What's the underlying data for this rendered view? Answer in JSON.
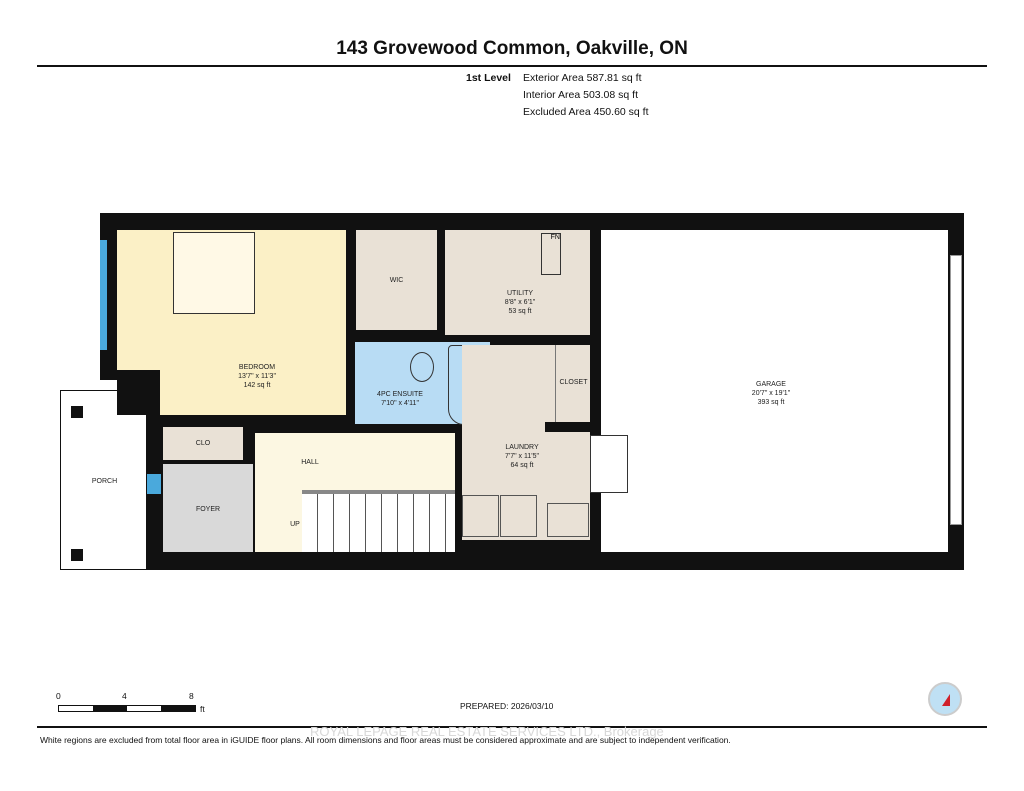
{
  "title": "143 Grovewood Common, Oakville, ON",
  "level": {
    "name": "1st Level",
    "exterior": "Exterior Area 587.81 sq ft",
    "interior": "Interior Area 503.08 sq ft",
    "excluded": "Excluded Area 450.60 sq ft"
  },
  "rooms": {
    "bedroom": {
      "name": "BEDROOM",
      "dims": "13'7\" x 11'3\"",
      "area": "142 sq ft"
    },
    "wic": {
      "name": "WIC"
    },
    "utility": {
      "name": "UTILITY",
      "dims": "8'8\" x 6'1\"",
      "area": "53 sq ft",
      "fn": "FN"
    },
    "ensuite": {
      "name": "4PC ENSUITE",
      "dims": "7'10\" x 4'11\""
    },
    "closet": {
      "name": "CLOSET"
    },
    "laundry": {
      "name": "LAUNDRY",
      "dims": "7'7\" x 11'5\"",
      "area": "64 sq ft"
    },
    "garage": {
      "name": "GARAGE",
      "dims": "20'7\" x 19'1\"",
      "area": "393 sq ft"
    },
    "clo": {
      "name": "CLO"
    },
    "hall": {
      "name": "HALL"
    },
    "foyer": {
      "name": "FOYER"
    },
    "porch": {
      "name": "PORCH"
    },
    "stairs": {
      "label": "UP"
    }
  },
  "colors": {
    "bedroom": "#fbf0c6",
    "utility": "#e9e1d6",
    "ensuite": "#b8dcf4",
    "hall": "#fcf7e2",
    "foyer": "#d9d9d9",
    "wall": "#111111",
    "window": "#4aa9dc"
  },
  "scale": {
    "ticks": [
      "0",
      "4",
      "8"
    ],
    "unit": "ft"
  },
  "prepared": "PREPARED: 2026/03/10",
  "compass": "compass-icon",
  "watermark": "ROYAL LEPAGE REAL ESTATE SERVICES LTD., Brokerage",
  "disclaimer": "White regions are excluded from total floor area in iGUIDE floor plans. All room dimensions and floor areas must be considered approximate and are subject to independent verification."
}
